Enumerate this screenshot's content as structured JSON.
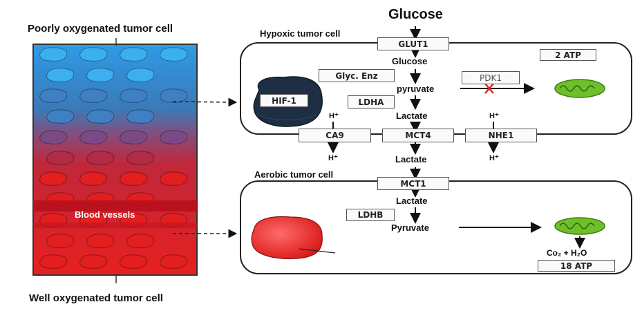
{
  "left_panel": {
    "top_label": "Poorly oxygenated tumor cell",
    "bottom_label": "Well oxygenated tumor cell",
    "vessel_label": "Blood vessels"
  },
  "glucose_title": "Glucose",
  "hypoxic_cell": {
    "title": "Hypoxic tumor cell",
    "glut1": "GLUT1",
    "glucose": "Glucose",
    "glyc_enz": "Glyc. Enz",
    "pyruvate": "pyruvate",
    "ldha": "LDHA",
    "pdk1": "PDK1",
    "lactate": "Lactate",
    "hif1": "HIF-1",
    "atp": "2 ATP",
    "h_left": "H⁺",
    "h_right": "H⁺"
  },
  "membrane": {
    "ca9": "CA9",
    "mct4": "MCT4",
    "nhe1": "NHE1",
    "h_out_left": "H⁺",
    "h_out_right": "H⁺",
    "lactate": "Lactate"
  },
  "aerobic_cell": {
    "title": "Aerobic tumor cell",
    "mct1": "MCT1",
    "lactate": "Lactate",
    "ldhb": "LDHB",
    "pyruvate": "Pyruvate",
    "products": "Co₂ + H₂O",
    "atp": "18 ATP"
  },
  "colors": {
    "hypoxic_blue": "#2a8fd6",
    "aerobic_red": "#e01818",
    "mitochondria": "#6fbf2a",
    "inhibit_x": "#e02020"
  }
}
